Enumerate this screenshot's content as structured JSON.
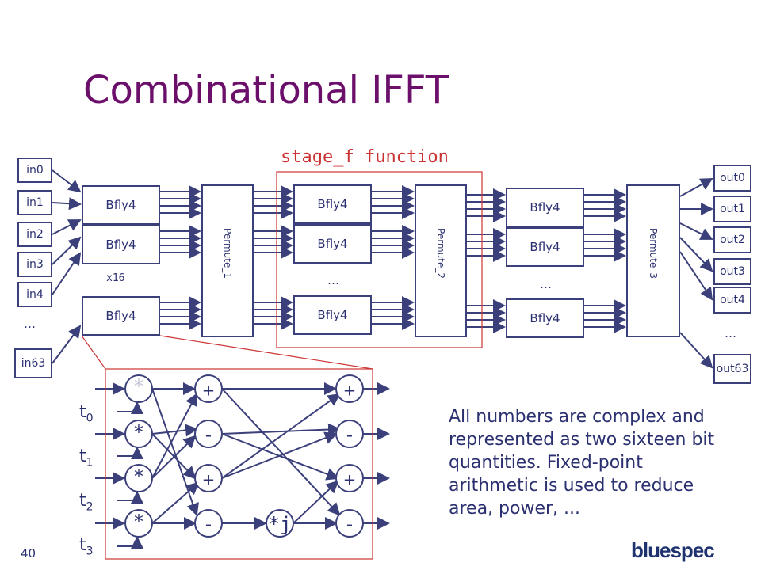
{
  "title": "Combinational IFFT",
  "stage_label": "stage_f function",
  "inputs": [
    "in0",
    "in1",
    "in2",
    "in3",
    "in4",
    "in63"
  ],
  "outputs": [
    "out0",
    "out1",
    "out2",
    "out3",
    "out4",
    "out63"
  ],
  "bfly_label": "Bfly4",
  "permute_labels": [
    "Permute_1",
    "Permute_2",
    "Permute_3"
  ],
  "x16_label": "x16",
  "ellipsis": "…",
  "note": "All numbers are complex and represented as two sixteen bit quantities. Fixed-point arithmetic is used to reduce area, power, ...",
  "page_number": "40",
  "logo_text": "bluespec",
  "twiddles": [
    {
      "t": "t",
      "sub": "0"
    },
    {
      "t": "t",
      "sub": "1"
    },
    {
      "t": "t",
      "sub": "2"
    },
    {
      "t": "t",
      "sub": "3"
    }
  ],
  "ops": {
    "mult": "*",
    "plus": "+",
    "minus": "-",
    "mult_j": "*j"
  },
  "colors": {
    "title": "#6b0f6b",
    "stage": "#cc3333",
    "line": "#3b3f7a",
    "text": "#2b3070"
  }
}
